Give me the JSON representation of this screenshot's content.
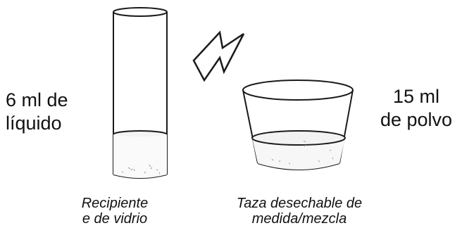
{
  "liquid_label": {
    "line1": "6 ml de",
    "line2": "líquido"
  },
  "powder_label": {
    "line1": "15 ml",
    "line2": "de polvo"
  },
  "glass_caption": {
    "line1": "Recipiente",
    "line2": "e de vidrio"
  },
  "cup_caption": {
    "line1": "Taza desechable de",
    "line2": "medida/mezcla"
  }
}
